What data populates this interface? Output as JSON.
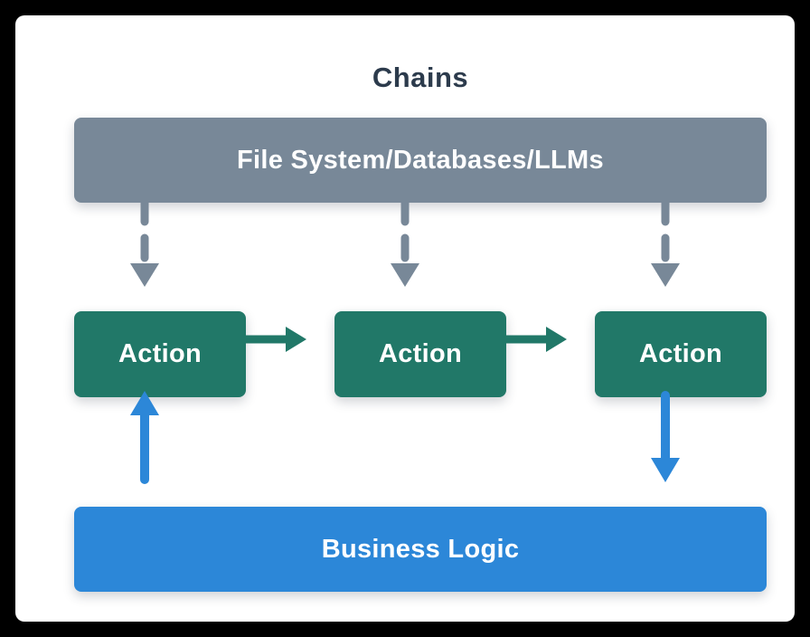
{
  "title": "Chains",
  "nodes": {
    "infrastructure": {
      "label": "File System/Databases/LLMs",
      "color": "#788898"
    },
    "actions": [
      {
        "label": "Action",
        "color": "#217868"
      },
      {
        "label": "Action",
        "color": "#217868"
      },
      {
        "label": "Action",
        "color": "#217868"
      }
    ],
    "business_logic": {
      "label": "Business Logic",
      "color": "#2c87d8"
    }
  },
  "edges": [
    {
      "from": "File System/Databases/LLMs",
      "to": "Action 1",
      "style": "dashed",
      "direction": "down",
      "color": "#788898"
    },
    {
      "from": "File System/Databases/LLMs",
      "to": "Action 2",
      "style": "dashed",
      "direction": "down",
      "color": "#788898"
    },
    {
      "from": "File System/Databases/LLMs",
      "to": "Action 3",
      "style": "dashed",
      "direction": "down",
      "color": "#788898"
    },
    {
      "from": "Action 1",
      "to": "Action 2",
      "style": "solid",
      "direction": "right",
      "color": "#217868"
    },
    {
      "from": "Action 2",
      "to": "Action 3",
      "style": "solid",
      "direction": "right",
      "color": "#217868"
    },
    {
      "from": "Business Logic",
      "to": "Action 1",
      "style": "solid",
      "direction": "up",
      "color": "#2c87d8"
    },
    {
      "from": "Action 3",
      "to": "Business Logic",
      "style": "solid",
      "direction": "down",
      "color": "#2c87d8"
    }
  ],
  "colors": {
    "background": "#000000",
    "card": "#ffffff",
    "title_text": "#2c3b4c",
    "node_text": "#ffffff",
    "infra_gray": "#788898",
    "action_green": "#217868",
    "business_blue": "#2c87d8"
  }
}
